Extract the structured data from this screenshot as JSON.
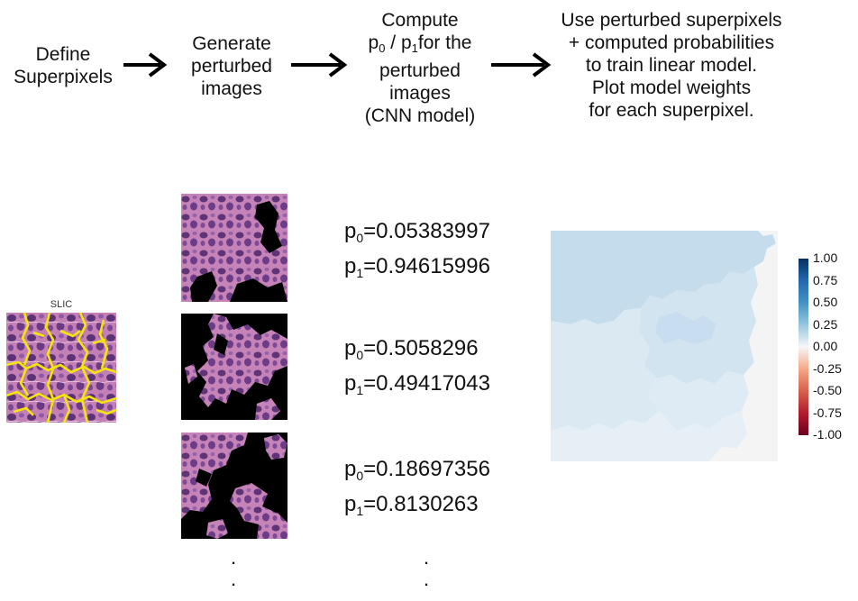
{
  "steps": [
    {
      "lines": [
        "Define",
        "Superpixels"
      ]
    },
    {
      "lines": [
        "Generate",
        "perturbed",
        "images"
      ]
    },
    {
      "line1": "Compute",
      "line2": {
        "p": "p",
        "s0": "0",
        "sep": " / p",
        "s1": "1",
        "rest": "for the"
      },
      "line3": "perturbed",
      "line4": "images",
      "line5": "(CNN model)"
    },
    {
      "lines": [
        "Use perturbed superpixels",
        "+ computed probabilities",
        "to train linear model.",
        "Plot model weights",
        "for each superpixel."
      ]
    }
  ],
  "slic": {
    "title": "SLIC"
  },
  "probabilities": [
    {
      "p0_label": "p",
      "p0_sub": "0",
      "p0_value": "=0.05383997",
      "p1_label": "p",
      "p1_sub": "1",
      "p1_value": "=0.94615996"
    },
    {
      "p0_label": "p",
      "p0_sub": "0",
      "p0_value": "=0.5058296",
      "p1_label": "p",
      "p1_sub": "1",
      "p1_value": "=0.49417043"
    },
    {
      "p0_label": "p",
      "p0_sub": "0",
      "p0_value": "=0.18697356",
      "p1_label": "p",
      "p1_sub": "1",
      "p1_value": "=0.8130263"
    }
  ],
  "continuation": {
    "dot": "."
  },
  "colorbar": {
    "ticks": [
      "1.00",
      "0.75",
      "0.50",
      "0.25",
      "0.00",
      "-0.25",
      "-0.50",
      "-0.75",
      "-1.00"
    ],
    "colors": {
      "top": "#053061",
      "mid": "#f7f7f7",
      "bottom": "#67001f"
    }
  },
  "colors": {
    "slic_boundary": "#f2e60a",
    "tissue": "#c27fb4",
    "nuclei": "#5a2f74",
    "mask": "#000000"
  }
}
